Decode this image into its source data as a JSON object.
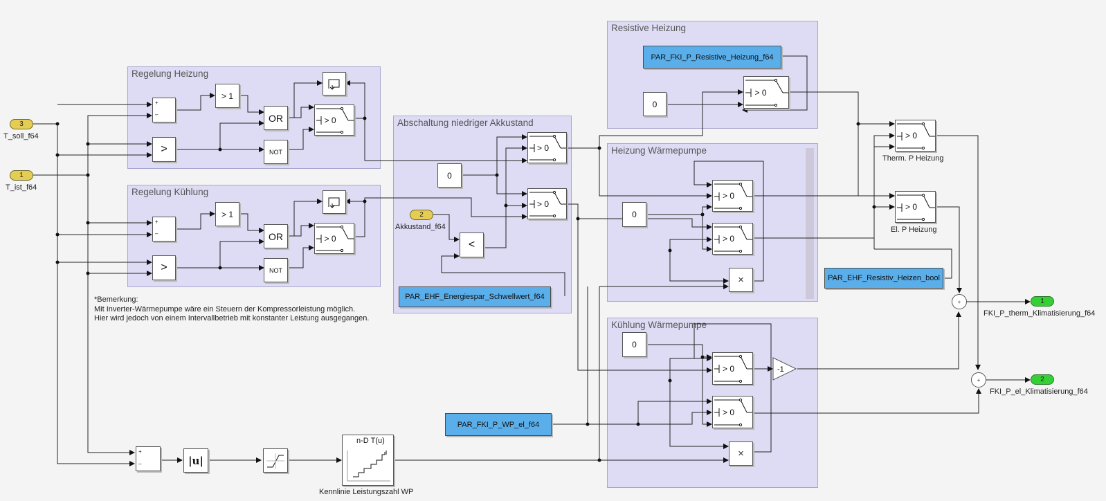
{
  "subsystems": {
    "regelung_heizung": "Regelung Heizung",
    "regelung_kuehlung": "Regelung Kühlung",
    "abschaltung": "Abschaltung niedriger Akkustand",
    "resistive_heizung": "Resistive Heizung",
    "heizung_wp": "Heizung Wärmepumpe",
    "kuehlung_wp": "Kühlung Wärmepumpe"
  },
  "inports": [
    {
      "number": "3",
      "name": "T_soll_f64"
    },
    {
      "number": "1",
      "name": "T_ist_f64"
    },
    {
      "number": "2",
      "name": "Akkustand_f64"
    }
  ],
  "outports": [
    {
      "number": "1",
      "name": "FKI_P_therm_Klimatisierung_f64"
    },
    {
      "number": "2",
      "name": "FKI_P_el_Klimatisierung_f64"
    }
  ],
  "blocks": {
    "gt1": "> 1",
    "gt": ">",
    "or": "OR",
    "not": "NOT",
    "switch": "> 0",
    "lt": "<",
    "const_zero": "0",
    "gain": "-1",
    "abs": "|u|",
    "lookup": "n-D T(u)",
    "plus": "+",
    "minus": "–",
    "times": "×"
  },
  "params": {
    "resistive_heizung": "PAR_FKI_P_Resistive_Heizung_f64",
    "energiespar": "PAR_EHF_Energiespar_Schwellwert_f64",
    "resistiv_heizen": "PAR_EHF_Resistiv_Heizen_bool",
    "wp_el": "PAR_FKI_P_WP_el_f64"
  },
  "labels": {
    "therm_p_heizung": "Therm. P Heizung",
    "el_p_heizung": "El. P Heizung",
    "kennlinie": "Kennlinie Leistungszahl WP"
  },
  "note": [
    "*Bemerkung:",
    "Mit Inverter-Wärmepumpe wäre ein Steuern der Kompressorleistung möglich.",
    "Hier wird jedoch von einem Intervallbetrieb mit konstanter Leistung ausgegangen."
  ]
}
